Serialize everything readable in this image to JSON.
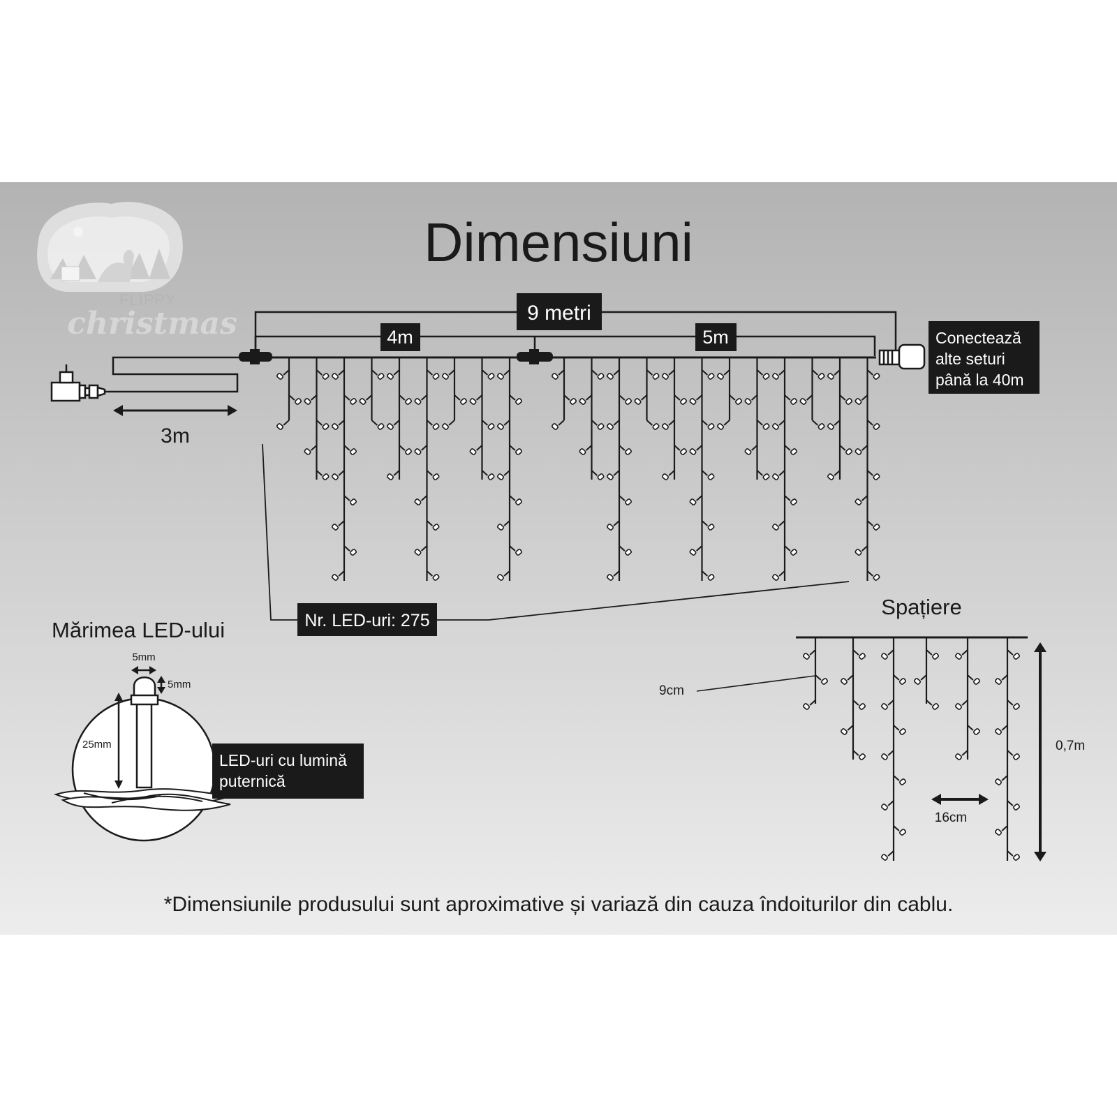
{
  "title": "Dimensiuni",
  "logo": {
    "line1": "FLIPPY",
    "line2": "christmas",
    "icon": "winter-landscape-logo"
  },
  "dimensions": {
    "total_label": "9 metri",
    "segment_left_label": "4m",
    "segment_right_label": "5m",
    "lead_cable_label": "3m"
  },
  "connect_note": {
    "line1": "Conectează",
    "line2": "alte seturi",
    "line3": "până la 40m"
  },
  "led_count_label": "Nr. LED-uri: 275",
  "led_size": {
    "title": "Mărimea LED-ului",
    "width_label": "5mm",
    "height_label": "5mm",
    "length_label": "25mm",
    "note_line1": "LED-uri cu lumină",
    "note_line2": "puternică"
  },
  "spacing": {
    "title": "Spațiere",
    "vertical_label": "9cm",
    "horizontal_label": "16cm",
    "height_label": "0,7m"
  },
  "footnote": "*Dimensiunile produsului sunt aproximative și variază din cauza îndoiturilor din cablu.",
  "colors": {
    "band_top": "#b4b4b4",
    "band_bottom": "#ececec",
    "ink": "#1a1a1a",
    "label_bg": "#1a1a1a",
    "label_text": "#ffffff"
  }
}
